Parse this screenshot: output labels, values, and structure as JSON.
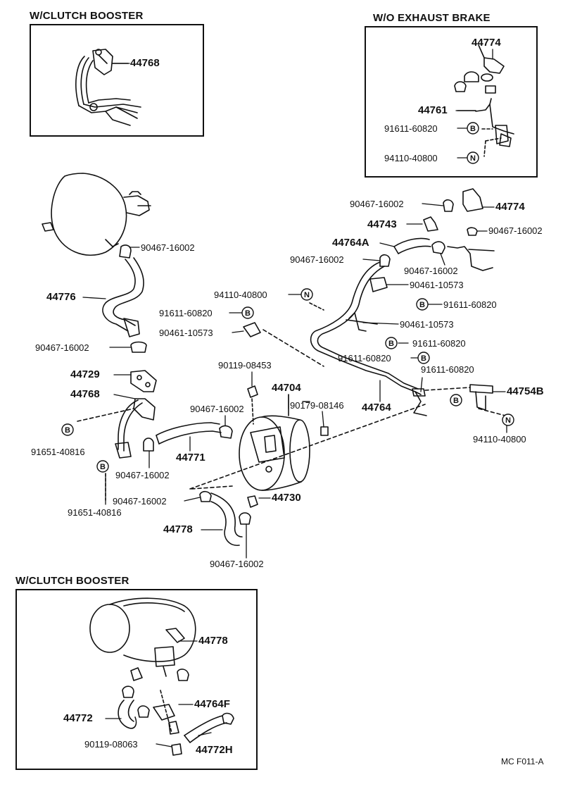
{
  "insets": {
    "top_left_title": "W/CLUTCH BOOSTER",
    "top_right_title": "W/O EXHAUST BRAKE",
    "bottom_title": "W/CLUTCH BOOSTER"
  },
  "glyphs": {
    "bolt_mark": "B",
    "nut_mark": "N"
  },
  "labels": {
    "tl_44768": "44768",
    "tr_44774": "44774",
    "tr_44761": "44761",
    "tr_91611": "91611-60820",
    "tr_94110": "94110-40800",
    "m_90467_a": "90467-16002",
    "m_44774": "44774",
    "m_44743": "44743",
    "m_90467_b": "90467-16002",
    "m_44764A": "44764A",
    "m_90467_c": "90467-16002",
    "m_90467_d": "90467-16002",
    "m_90461_a": "90461-10573",
    "m_94110_a": "94110-40800",
    "m_91611_a": "91611-60820",
    "m_90467_e": "90467-16002",
    "m_44776": "44776",
    "m_91611_b": "91611-60820",
    "m_90461_b": "90461-10573",
    "m_90461_c": "90461-10573",
    "m_90467_f": "90467-16002",
    "m_91611_c": "91611-60820",
    "m_91611_d": "91611-60820",
    "m_91611_e": "91611-60820",
    "m_90119": "90119-08453",
    "m_44729": "44729",
    "m_44704": "44704",
    "m_44768": "44768",
    "m_90467_g": "90467-16002",
    "m_90179": "90179-08146",
    "m_44764": "44764",
    "m_44754B": "44754B",
    "m_94110_b": "94110-40800",
    "m_91651_a": "91651-40816",
    "m_44771": "44771",
    "m_90467_h": "90467-16002",
    "m_91651_b": "91651-40816",
    "m_90467_i": "90467-16002",
    "m_44730": "44730",
    "m_44778": "44778",
    "m_90467_j": "90467-16002",
    "b_44778": "44778",
    "b_44764F": "44764F",
    "b_44772": "44772",
    "b_90119": "90119-08063",
    "b_44772H": "44772H"
  },
  "figure_code": "MC F011-A"
}
